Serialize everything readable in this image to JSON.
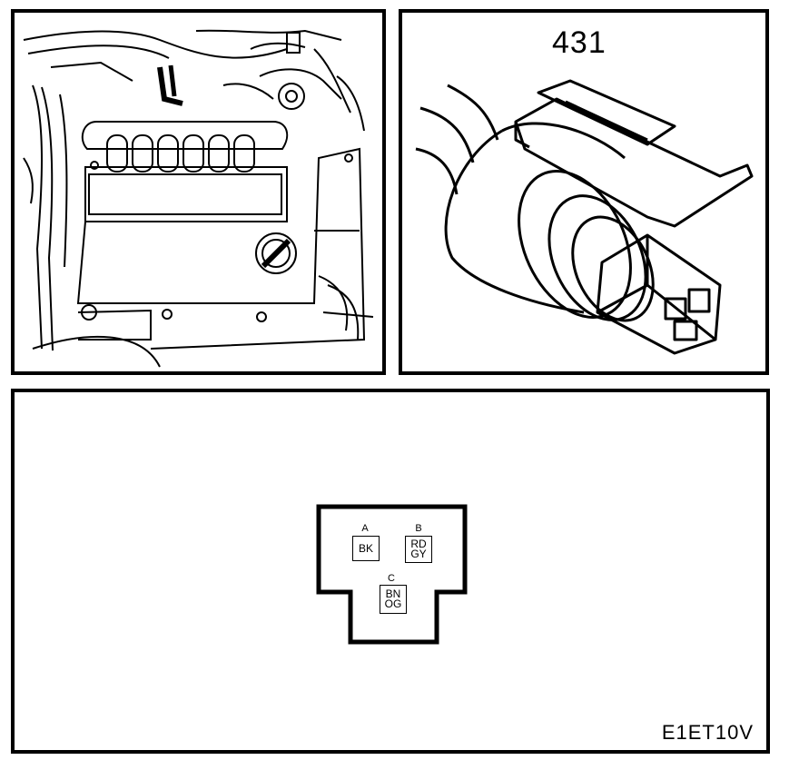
{
  "connector": {
    "number": "431",
    "pins": [
      {
        "position": "A",
        "colors": [
          "BK"
        ]
      },
      {
        "position": "B",
        "colors": [
          "RD",
          "GY"
        ]
      },
      {
        "position": "C",
        "colors": [
          "BN",
          "OG"
        ]
      }
    ]
  },
  "figure_code": "E1ET10V"
}
